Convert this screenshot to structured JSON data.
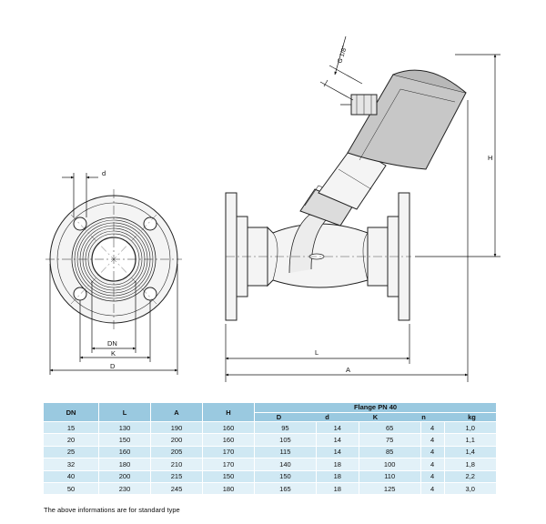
{
  "dimension_labels": {
    "d": "d",
    "K": "K",
    "D": "D",
    "DN": "DN",
    "L": "L",
    "A": "A",
    "H": "H",
    "G": "G 1/8\""
  },
  "table": {
    "columns": [
      "DN",
      "L",
      "A",
      "H",
      "D",
      "d",
      "K",
      "n",
      "kg"
    ],
    "flange_header": "Flange PN 40",
    "rows": [
      [
        "15",
        "130",
        "190",
        "160",
        "95",
        "14",
        "65",
        "4",
        "1,0"
      ],
      [
        "20",
        "150",
        "200",
        "160",
        "105",
        "14",
        "75",
        "4",
        "1,1"
      ],
      [
        "25",
        "160",
        "205",
        "170",
        "115",
        "14",
        "85",
        "4",
        "1,4"
      ],
      [
        "32",
        "180",
        "210",
        "170",
        "140",
        "18",
        "100",
        "4",
        "1,8"
      ],
      [
        "40",
        "200",
        "215",
        "150",
        "150",
        "18",
        "110",
        "4",
        "2,2"
      ],
      [
        "50",
        "230",
        "245",
        "180",
        "165",
        "18",
        "125",
        "4",
        "3,0"
      ]
    ]
  },
  "note": "The above informations are for standard type"
}
